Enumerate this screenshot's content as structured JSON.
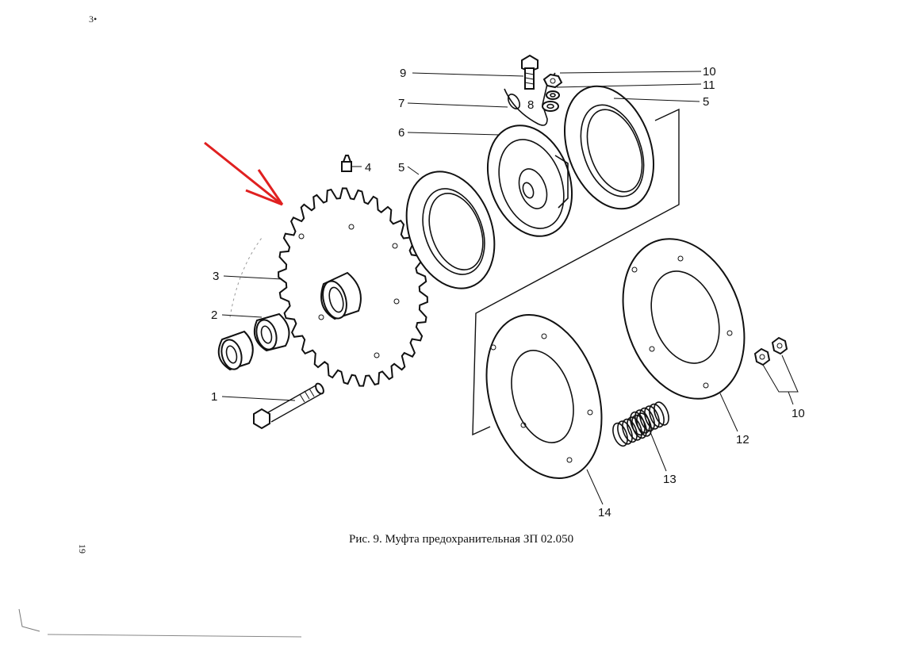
{
  "figure": {
    "caption": "Рис. 9. Муфта предохранительная ЗП 02.050",
    "page_number": "19",
    "corner_mark": "3•"
  },
  "callouts": {
    "c1": "1",
    "c2": "2",
    "c3": "3",
    "c4": "4",
    "c5_left": "5",
    "c5_right": "5",
    "c6": "6",
    "c7": "7",
    "c8": "8",
    "c9": "9",
    "c10_top": "10",
    "c10_right": "10",
    "c11": "11",
    "c12": "12",
    "c13": "13",
    "c14": "14"
  },
  "colors": {
    "ink": "#111111",
    "arrow": "#e02020",
    "paper": "#ffffff"
  }
}
